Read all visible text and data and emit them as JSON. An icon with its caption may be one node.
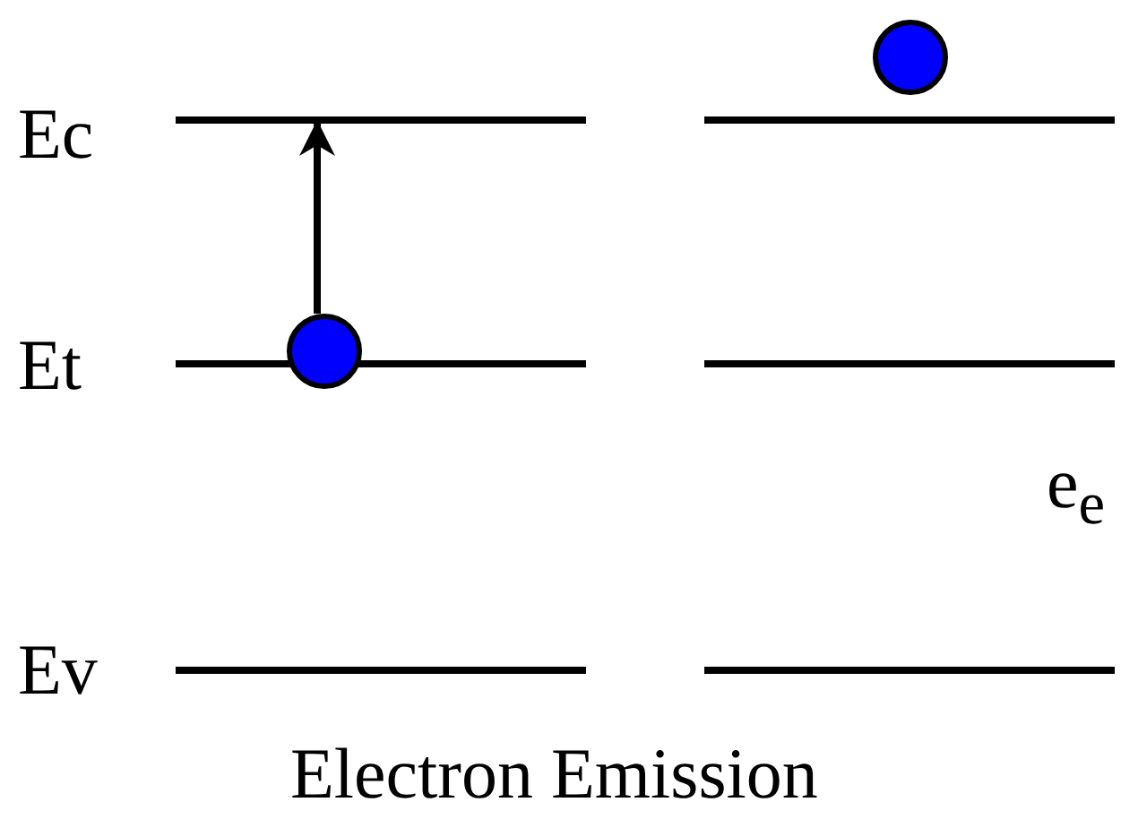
{
  "diagram": {
    "nodes": [
      {
        "text": [],
        "shape": "circle"
      },
      {
        "text": [],
        "shape": "circle"
      },
      {
        "text": [],
        "shape": "bar"
      }
    ],
    "edges": [
      {
        "from": 0,
        "to": 2,
        "arrow": "to"
      }
    ],
    "labels": [
      "Ec",
      "Et",
      "Ev",
      "e$_{e}$",
      "Electron Emission"
    ]
  }
}
